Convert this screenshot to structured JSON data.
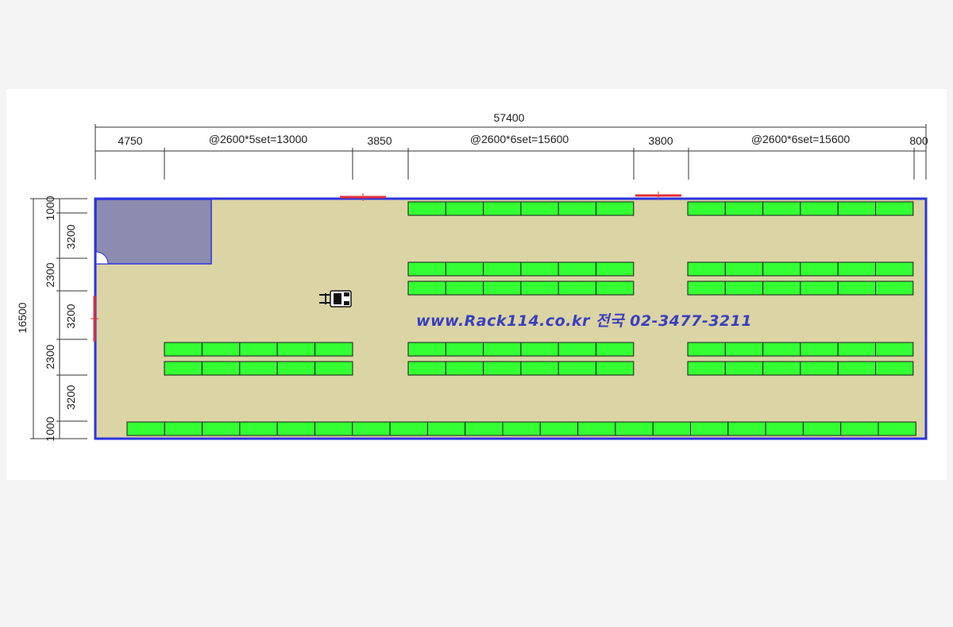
{
  "colors": {
    "floor": "#dbd4a4",
    "wall": "#2b34e0",
    "rack": "#33ff33",
    "rack_outline": "#1a1a1a",
    "office": "#8c8cb0",
    "door": "#e2303a",
    "watermark": "#3a3fbf"
  },
  "dimensions": {
    "total": "57400",
    "top_segments": [
      "4750",
      "@2600*5set=13000",
      "3850",
      "@2600*6set=15600",
      "3800",
      "@2600*6set=15600",
      "800"
    ],
    "total_height": "16500",
    "side_segments": [
      "1000",
      "3200",
      "2300",
      "3200",
      "2300",
      "3200",
      "1000"
    ]
  },
  "watermark": "www.Rack114.co.kr  전국 02-3477-3211",
  "layout": {
    "rack_rows": [
      {
        "name": "rack-row-top-middle",
        "bays": 6
      },
      {
        "name": "rack-row-top-right",
        "bays": 6
      },
      {
        "name": "rack-row-upper-middle-a",
        "bays": 6
      },
      {
        "name": "rack-row-upper-middle-b",
        "bays": 6
      },
      {
        "name": "rack-row-upper-right-a",
        "bays": 6
      },
      {
        "name": "rack-row-upper-right-b",
        "bays": 6
      },
      {
        "name": "rack-row-lower-left-a",
        "bays": 5
      },
      {
        "name": "rack-row-lower-left-b",
        "bays": 5
      },
      {
        "name": "rack-row-lower-middle-a",
        "bays": 6
      },
      {
        "name": "rack-row-lower-middle-b",
        "bays": 6
      },
      {
        "name": "rack-row-lower-right-a",
        "bays": 6
      },
      {
        "name": "rack-row-lower-right-b",
        "bays": 6
      },
      {
        "name": "rack-row-bottom",
        "bays": 21
      }
    ]
  }
}
